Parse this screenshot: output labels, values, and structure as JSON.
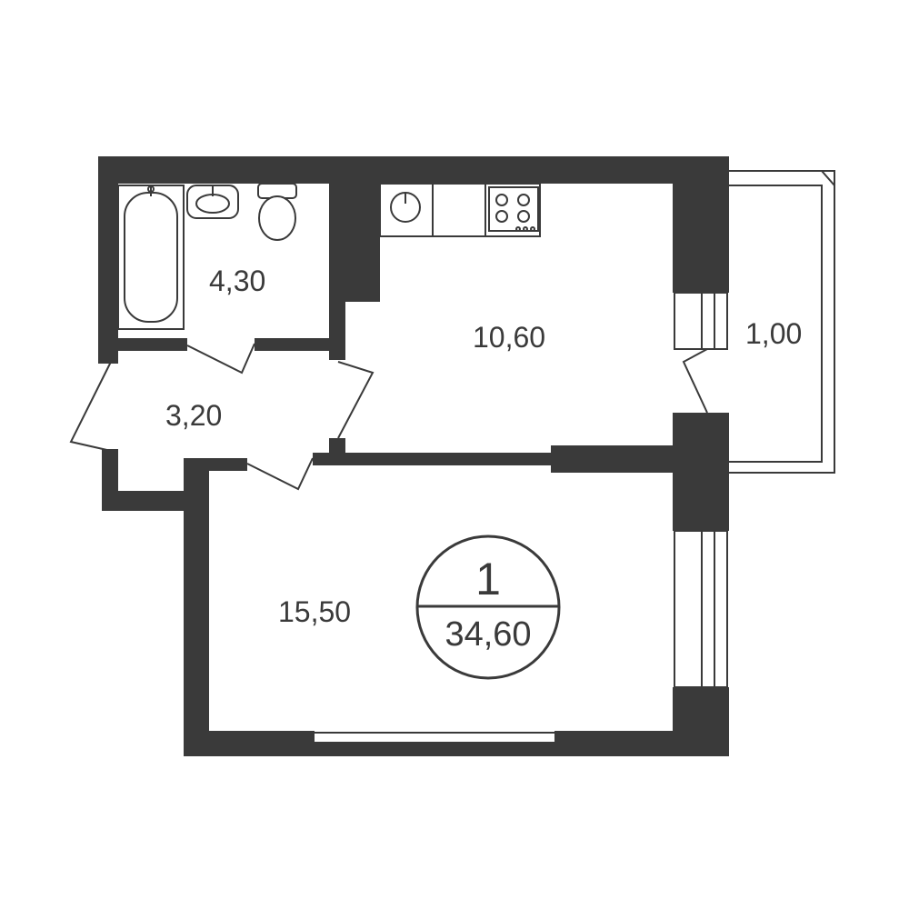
{
  "rooms": {
    "bathroom": {
      "area": "4,30"
    },
    "hallway": {
      "area": "3,20"
    },
    "kitchen": {
      "area": "10,60"
    },
    "balcony": {
      "area": "1,00"
    },
    "living_room": {
      "area": "15,50"
    }
  },
  "badge": {
    "room_count": "1",
    "total_area": "34,60"
  },
  "colors": {
    "wall": "#3a3a3a",
    "background": "#ffffff"
  }
}
